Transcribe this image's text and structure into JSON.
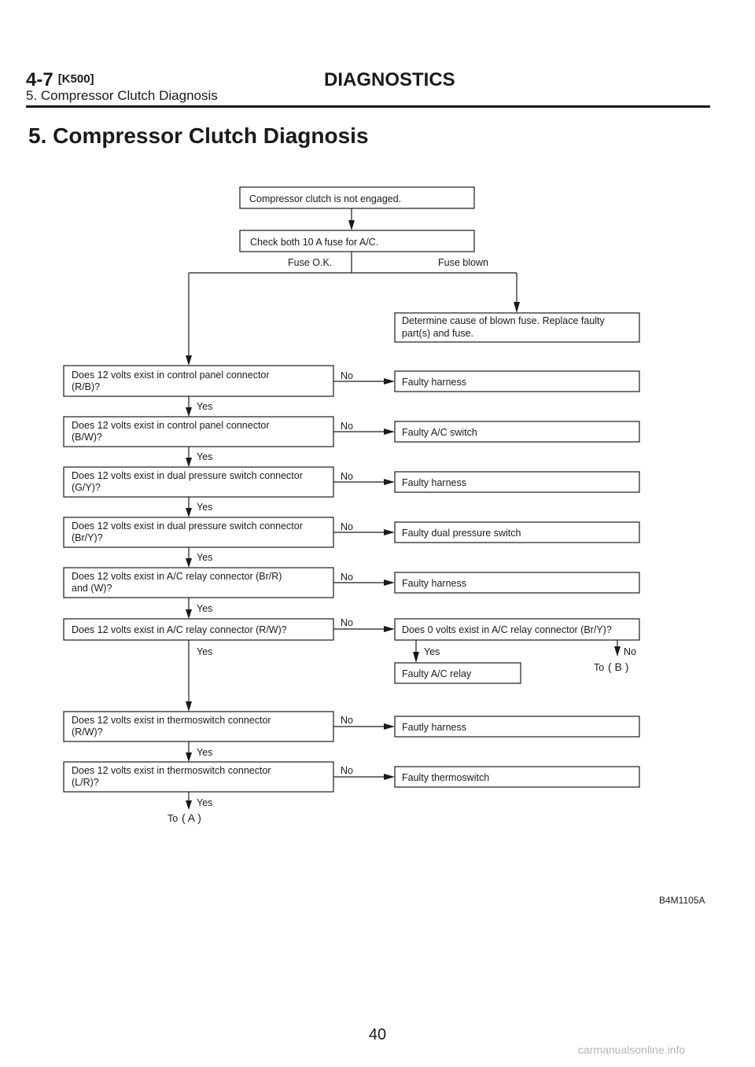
{
  "header": {
    "section_number": "4-7",
    "section_code": "[K500]",
    "chapter": "DIAGNOSTICS",
    "subtitle": "5. Compressor Clutch Diagnosis"
  },
  "page_title": "5. Compressor Clutch Diagnosis",
  "flowchart": {
    "start": "Compressor clutch is not engaged.",
    "fuse_check": "Check both 10 A fuse for A/C.",
    "fuse_ok": "Fuse O.K.",
    "fuse_blown": "Fuse blown",
    "fuse_action": [
      "Determine cause of blown fuse. Replace faulty",
      "part(s) and fuse."
    ],
    "yes_label": "Yes",
    "no_label": "No",
    "checks": [
      {
        "q": [
          "Does 12 volts exist in control panel connector",
          "(R/B)?"
        ],
        "no": "Faulty harness"
      },
      {
        "q": [
          "Does 12 volts exist in control panel connector",
          "(B/W)?"
        ],
        "no": "Faulty A/C switch"
      },
      {
        "q": [
          "Does 12 volts exist in dual pressure switch connector",
          "(G/Y)?"
        ],
        "no": "Faulty harness"
      },
      {
        "q": [
          "Does 12 volts exist in dual pressure switch connector",
          "(Br/Y)?"
        ],
        "no": "Faulty dual pressure switch"
      },
      {
        "q": [
          "Does 12 volts exist in A/C relay connector (Br/R)",
          "and (W)?"
        ],
        "no": "Faulty harness"
      },
      {
        "q": [
          "Does 12 volts exist in A/C relay connector (R/W)?"
        ],
        "no": "Does 0 volts exist in A/C relay connector (Br/Y)?"
      },
      {
        "q": [
          "Does 12 volts exist in thermoswitch connector",
          "(R/W)?"
        ],
        "no": "Fautly harness"
      },
      {
        "q": [
          "Does 12 volts exist in thermoswitch connector",
          "(L/R)?"
        ],
        "no": "Faulty thermoswitch"
      }
    ],
    "relay_yes_result": "Faulty A/C relay",
    "to_a": "To",
    "to_a_ref": "( A )",
    "to_b": "To",
    "to_b_ref": "( B )"
  },
  "figure_code": "B4M1105A",
  "page_number": "40",
  "watermark": "carmanualsonline.info"
}
